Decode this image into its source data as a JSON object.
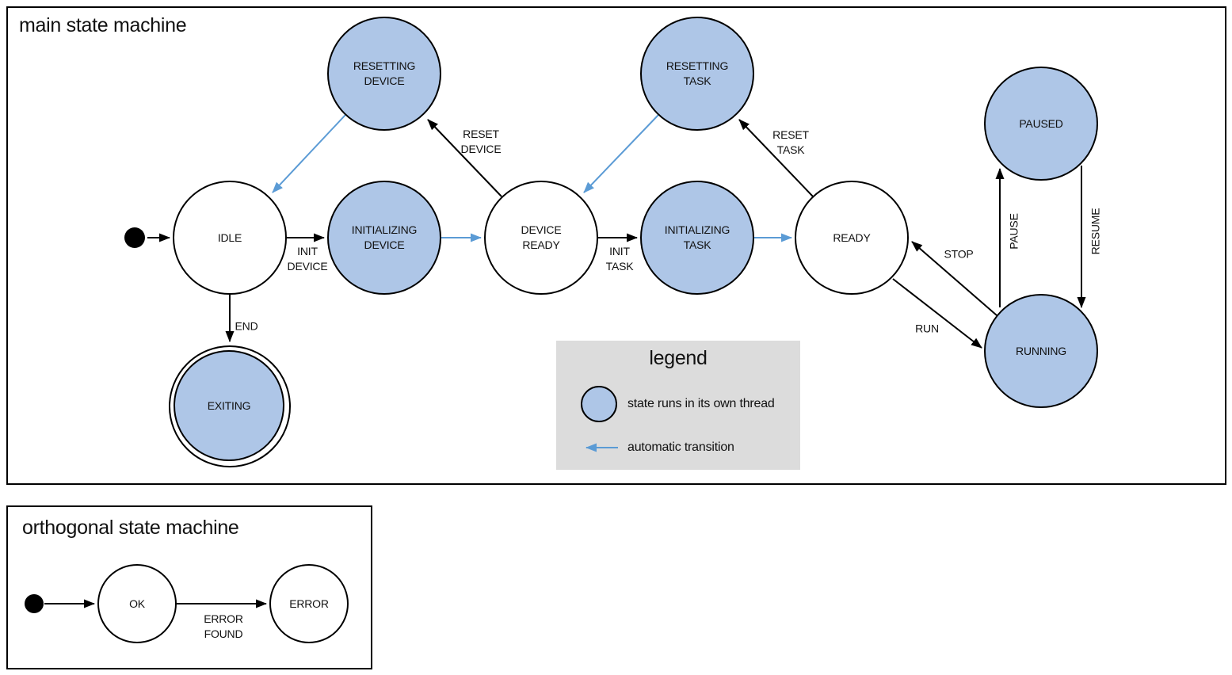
{
  "colors": {
    "threaded_state_fill": "#aec6e7",
    "auto_transition_arrow": "#5b9bd5",
    "normal_stroke": "#000000",
    "legend_background": "#dcdcdc"
  },
  "main_machine": {
    "title": "main state machine",
    "states": {
      "idle": {
        "label": "IDLE"
      },
      "resetting_device": {
        "lines": [
          "RESETTING",
          "DEVICE"
        ]
      },
      "initializing_device": {
        "lines": [
          "INITIALIZING",
          "DEVICE"
        ]
      },
      "device_ready": {
        "lines": [
          "DEVICE",
          "READY"
        ]
      },
      "resetting_task": {
        "lines": [
          "RESETTING",
          "TASK"
        ]
      },
      "initializing_task": {
        "lines": [
          "INITIALIZING",
          "TASK"
        ]
      },
      "ready": {
        "label": "READY"
      },
      "paused": {
        "label": "PAUSED"
      },
      "running": {
        "label": "RUNNING"
      },
      "exiting": {
        "label": "EXITING"
      }
    },
    "transitions": {
      "init_device": {
        "lines": [
          "INIT",
          "DEVICE"
        ]
      },
      "init_task": {
        "lines": [
          "INIT",
          "TASK"
        ]
      },
      "reset_device": {
        "lines": [
          "RESET",
          "DEVICE"
        ]
      },
      "reset_task": {
        "lines": [
          "RESET",
          "TASK"
        ]
      },
      "end": {
        "label": "END"
      },
      "stop": {
        "label": "STOP"
      },
      "run": {
        "label": "RUN"
      },
      "pause": {
        "label": "PAUSE"
      },
      "resume": {
        "label": "RESUME"
      }
    }
  },
  "legend": {
    "title": "legend",
    "items": [
      {
        "label": "state runs in its own thread"
      },
      {
        "label": "automatic transition"
      }
    ]
  },
  "orthogonal_machine": {
    "title": "orthogonal state machine",
    "states": {
      "ok": {
        "label": "OK"
      },
      "error": {
        "label": "ERROR"
      }
    },
    "transitions": {
      "error_found": {
        "lines": [
          "ERROR",
          "FOUND"
        ]
      }
    }
  }
}
